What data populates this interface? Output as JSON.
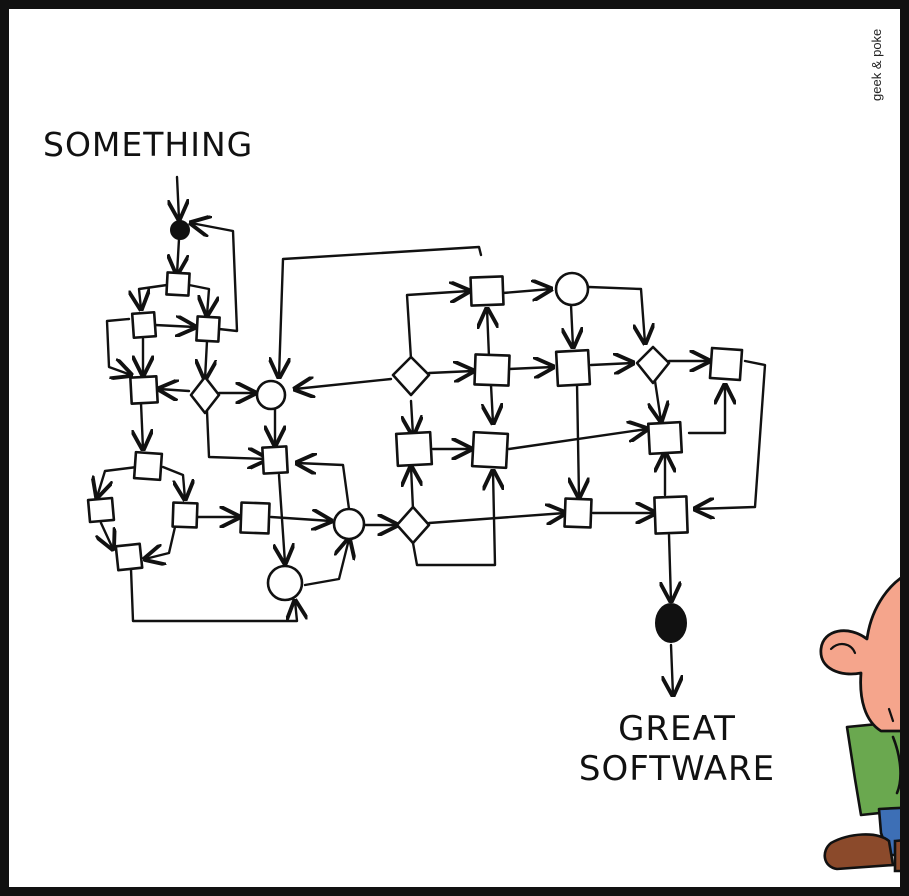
{
  "comic": {
    "start_label": "SOMETHING",
    "end_label_line1": "GREAT",
    "end_label_line2": "SOFTWARE",
    "credit": "geek & poke"
  },
  "colors": {
    "ink": "#111111",
    "skin": "#f5a58c",
    "shirt": "#6aa84f",
    "pants": "#3d6fb6",
    "shoes": "#8b4a2b"
  }
}
